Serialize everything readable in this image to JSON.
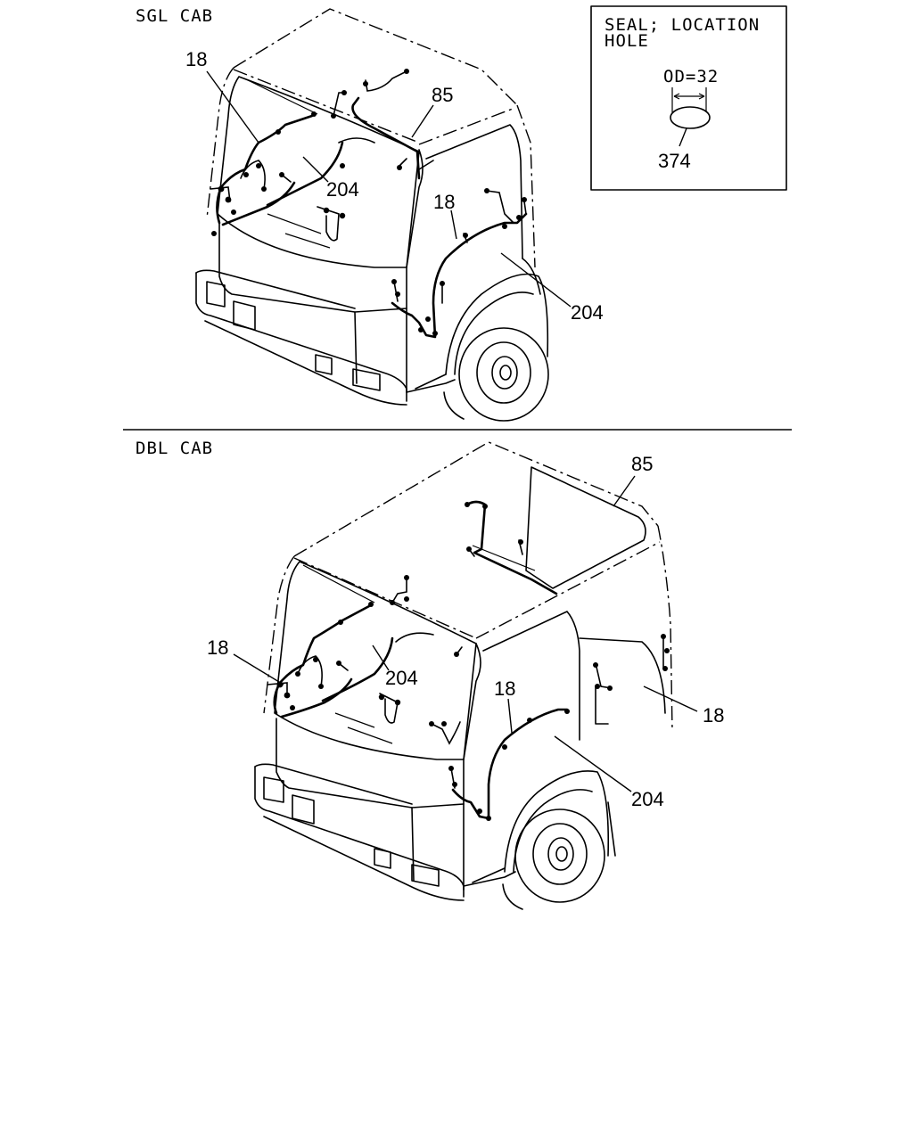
{
  "sections": {
    "sgl": {
      "title": "SGL CAB"
    },
    "dbl": {
      "title": "DBL CAB"
    }
  },
  "detail": {
    "title_line1": "SEAL; LOCATION",
    "title_line2": "HOLE",
    "dimension": "OD=32",
    "part": "374"
  },
  "callouts": {
    "sgl_18_left": "18",
    "sgl_85": "85",
    "sgl_204_mid": "204",
    "sgl_18_right": "18",
    "sgl_204_right": "204",
    "dbl_85": "85",
    "dbl_18_left": "18",
    "dbl_204_mid": "204",
    "dbl_18_mid": "18",
    "dbl_18_right": "18",
    "dbl_204_right": "204"
  }
}
